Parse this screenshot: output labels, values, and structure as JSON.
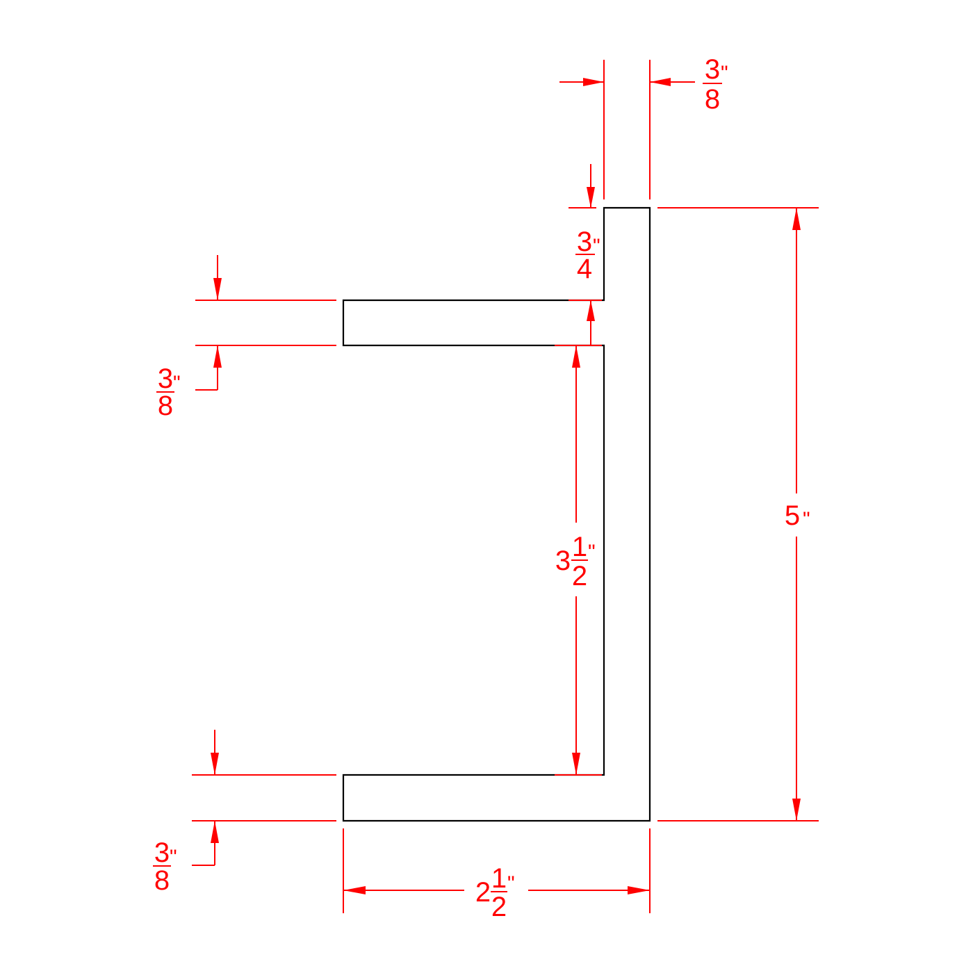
{
  "colors": {
    "profile": "#000000",
    "dimension": "#ff0000"
  },
  "dimensions": {
    "top_thickness": {
      "num": "3",
      "den": "8",
      "unit": "\""
    },
    "offset": {
      "num": "3",
      "den": "4",
      "unit": "\""
    },
    "overall_height": {
      "whole": "5",
      "unit": "\""
    },
    "inner_height": {
      "whole": "3",
      "num": "1",
      "den": "2",
      "unit": "\""
    },
    "upper_flange": {
      "num": "3",
      "den": "8",
      "unit": "\""
    },
    "lower_flange": {
      "num": "3",
      "den": "8",
      "unit": "\""
    },
    "overall_width": {
      "whole": "2",
      "num": "1",
      "den": "2",
      "unit": "\""
    }
  }
}
